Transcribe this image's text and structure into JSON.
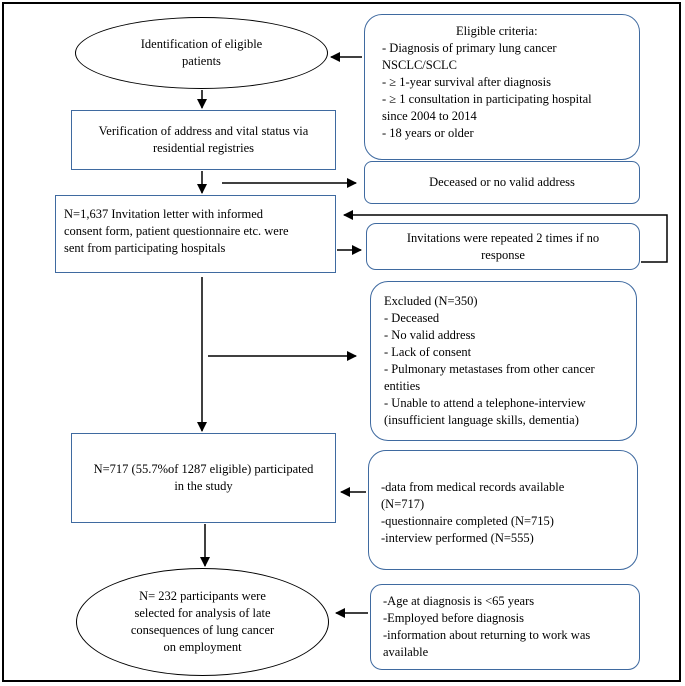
{
  "identification": {
    "lines": [
      "Identification of eligible",
      "patients"
    ]
  },
  "eligible_criteria": {
    "title": "Eligible criteria:",
    "lines": [
      "- Diagnosis of primary lung cancer",
      "NSCLC/SCLC",
      "- ≥ 1-year survival after diagnosis",
      "- ≥ 1 consultation in participating hospital",
      "since 2004 to 2014",
      "- 18 years or older"
    ]
  },
  "verification": {
    "lines": [
      "Verification of address and vital status via",
      "residential registries"
    ]
  },
  "deceased": {
    "text": "Deceased or no valid address"
  },
  "invitation": {
    "lines": [
      "N=1,637 Invitation letter with informed",
      "consent form, patient questionnaire etc. were",
      "sent from participating hospitals"
    ]
  },
  "repeated": {
    "lines": [
      "Invitations were repeated 2 times if no",
      "response"
    ]
  },
  "excluded": {
    "lines": [
      "Excluded (N=350)",
      "- Deceased",
      "- No valid address",
      "- Lack of consent",
      "- Pulmonary metastases from other cancer",
      "entities",
      "- Unable to attend a telephone-interview",
      "(insufficient language skills, dementia)"
    ]
  },
  "participated": {
    "lines": [
      "N=717 (55.7%of 1287 eligible) participated",
      "in the study"
    ]
  },
  "records": {
    "lines": [
      "-data from medical records available",
      "(N=717)",
      "-questionnaire completed (N=715)",
      "-interview performed (N=555)"
    ]
  },
  "selected": {
    "lines": [
      "N= 232 participants were",
      "selected for analysis of late",
      "consequences of lung cancer",
      "on employment"
    ]
  },
  "age_criteria": {
    "lines": [
      "-Age at diagnosis is <65 years",
      "-Employed before diagnosis",
      "-information about returning to work was",
      "available"
    ]
  }
}
